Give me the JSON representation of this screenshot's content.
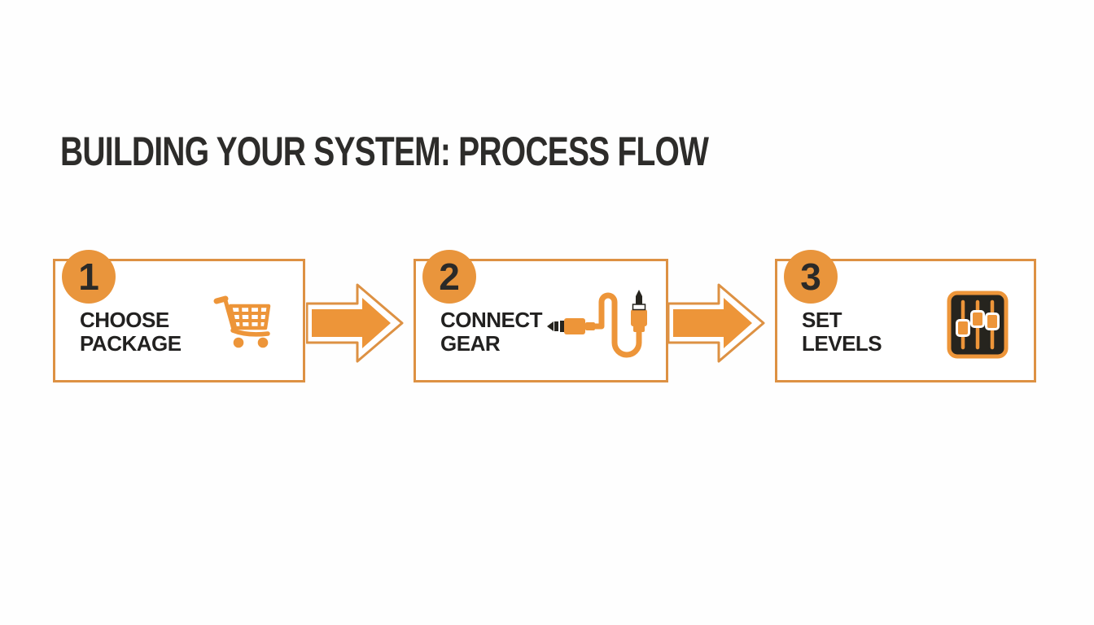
{
  "title": "BUILDING YOUR SYSTEM: PROCESS FLOW",
  "colors": {
    "accent_orange": "#ED9539",
    "box_border_orange": "#DD9143",
    "badge_orange": "#E9953C",
    "dark_text": "#2D2C2A",
    "icon_panel_dark": "#26241E",
    "background": "#FEFEFE"
  },
  "steps": [
    {
      "number": "1",
      "label_line1": "CHOOSE",
      "label_line2": "PACKAGE",
      "icon": "shopping-cart-icon"
    },
    {
      "number": "2",
      "label_line1": "CONNECT",
      "label_line2": "GEAR",
      "icon": "audio-cable-icon"
    },
    {
      "number": "3",
      "label_line1": "SET",
      "label_line2": "LEVELS",
      "icon": "mixer-faders-icon"
    }
  ],
  "connectors": [
    {
      "icon": "right-arrow-icon"
    },
    {
      "icon": "right-arrow-icon"
    }
  ]
}
